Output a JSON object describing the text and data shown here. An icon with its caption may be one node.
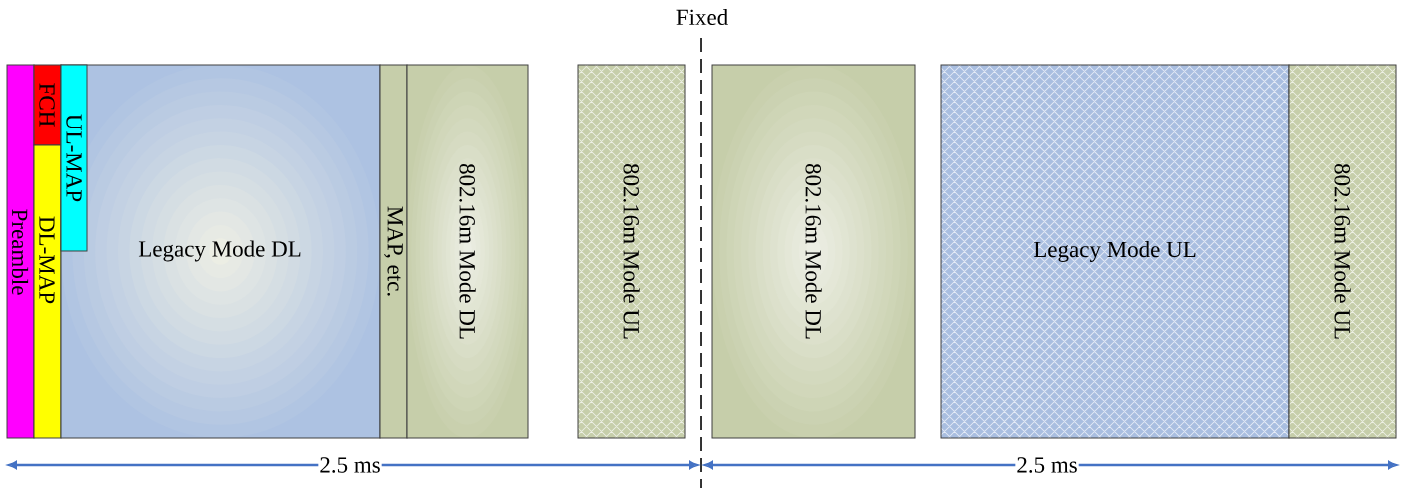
{
  "diagram": {
    "nodes": [
      {
        "text": [
          "Preamble"
        ]
      },
      {
        "text": [
          "FCH"
        ]
      },
      {
        "text": [
          "DL-MAP"
        ]
      },
      {
        "text": [
          "Legacy Mode DL"
        ]
      },
      {
        "text": [
          "UL-MAP"
        ],
        "in": 3
      },
      {
        "text": [
          "MAP, etc."
        ]
      },
      {
        "text": [
          "802.16m Mode DL"
        ]
      },
      {
        "text": [
          "802.16m Mode UL"
        ]
      },
      {
        "text": [
          "802.16m Mode DL"
        ]
      },
      {
        "text": [
          "Legacy Mode UL"
        ]
      },
      {
        "text": [
          "802.16m Mode UL"
        ]
      }
    ],
    "labels": [
      "Fixed",
      "2.5 ms",
      "2.5 ms"
    ]
  }
}
